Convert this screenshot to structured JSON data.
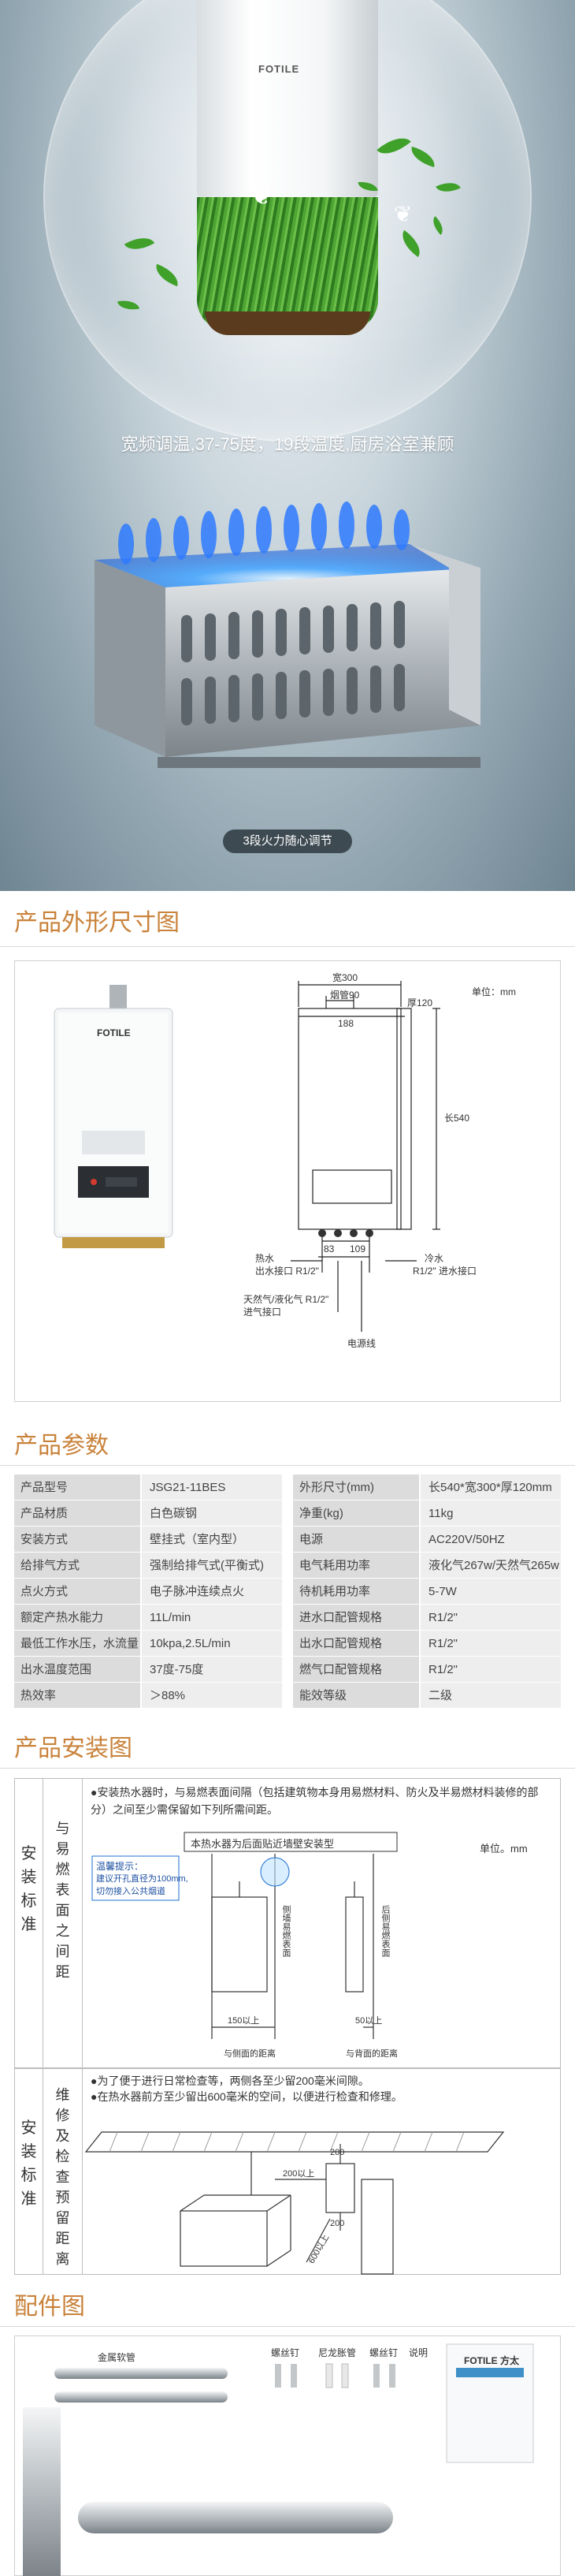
{
  "hero": {
    "brand": "FOTILE",
    "caption": "宽频调温,37-75度，19段温度,厨房浴室兼顾",
    "flame_tag": "3段火力随心调节"
  },
  "sections": {
    "dimensions": "产品外形尺寸图",
    "specs": "产品参数",
    "install": "产品安装图",
    "accessories": "配件图"
  },
  "dimensions": {
    "unit": "单位：mm",
    "width": "宽300",
    "pipe": "烟管90",
    "thickness": "厚120",
    "depth_188": "188",
    "height": "长540",
    "d83": "83",
    "d109": "109",
    "hot_outlet": "热水",
    "hot_outlet2": "出水接口 R1/2\"",
    "cold_inlet": "冷水",
    "cold_inlet2": "R1/2\" 进水接口",
    "gas": "天然气/液化气 R1/2\"",
    "gas2": "进气接口",
    "power": "电源线",
    "product_brand": "FOTILE"
  },
  "specs": {
    "left": [
      {
        "k": "产品型号",
        "v": "JSG21-11BES"
      },
      {
        "k": "产品材质",
        "v": "白色碳钢"
      },
      {
        "k": "安装方式",
        "v": "壁挂式（室内型）"
      },
      {
        "k": "给排气方式",
        "v": "强制给排气式(平衡式)"
      },
      {
        "k": "点火方式",
        "v": "电子脉冲连续点火"
      },
      {
        "k": "额定产热水能力",
        "v": "11L/min"
      },
      {
        "k": "最低工作水压，水流量",
        "v": "10kpa,2.5L/min"
      },
      {
        "k": "出水温度范围",
        "v": "37度-75度"
      },
      {
        "k": "热效率",
        "v": "＞88%"
      }
    ],
    "right": [
      {
        "k": "外形尺寸(mm)",
        "v": "长540*宽300*厚120mm"
      },
      {
        "k": "净重(kg)",
        "v": "11kg"
      },
      {
        "k": "电源",
        "v": "AC220V/50HZ"
      },
      {
        "k": "电气耗用功率",
        "v": "液化气267w/天然气265w"
      },
      {
        "k": "待机耗用功率",
        "v": "5-7W"
      },
      {
        "k": "进水口配管规格",
        "v": "R1/2\""
      },
      {
        "k": "出水口配管规格",
        "v": "R1/2\""
      },
      {
        "k": "燃气口配管规格",
        "v": "R1/2\""
      },
      {
        "k": "能效等级",
        "v": "二级"
      }
    ]
  },
  "install": {
    "block1": {
      "side_a": "安装标准",
      "side_b": "与易燃表面之间距",
      "note": "●安装热水器时，与易燃表面间隔（包括建筑物本身用易燃材料、防火及半易燃材料装修的部分）之间至少需保留如下列所需间距。",
      "diagram_title": "本热水器为后面贴近墙壁安装型",
      "unit": "单位。mm",
      "tip_title": "温馨提示：",
      "tip_body": "建议开孔直径为100mm,",
      "tip_body2": "切勿接入公共烟道",
      "left_side": "侧墙易燃表面",
      "right_side": "后侧易燃表面",
      "dim_left": "150以上",
      "dim_right": "50以上",
      "cap_left": "与侧面的距离",
      "cap_right": "与背面的距离"
    },
    "block2": {
      "side_a": "安装标准",
      "side_b": "维修及检查预留距离",
      "note1": "●为了便于进行日常检查等，两侧各至少留200毫米间隙。",
      "note2": "●在热水器前方至少留出600毫米的空间，以便进行检查和修理。",
      "d200a": "200",
      "d200b": "200",
      "d600": "600以上",
      "d200c": "200以上"
    }
  },
  "accessories": {
    "pipe": "金属软管",
    "screw": "螺丝钉",
    "anchor": "尼龙胀管",
    "screw2": "螺丝钉",
    "manual": "说明",
    "brand": "FOTILE 方太"
  }
}
